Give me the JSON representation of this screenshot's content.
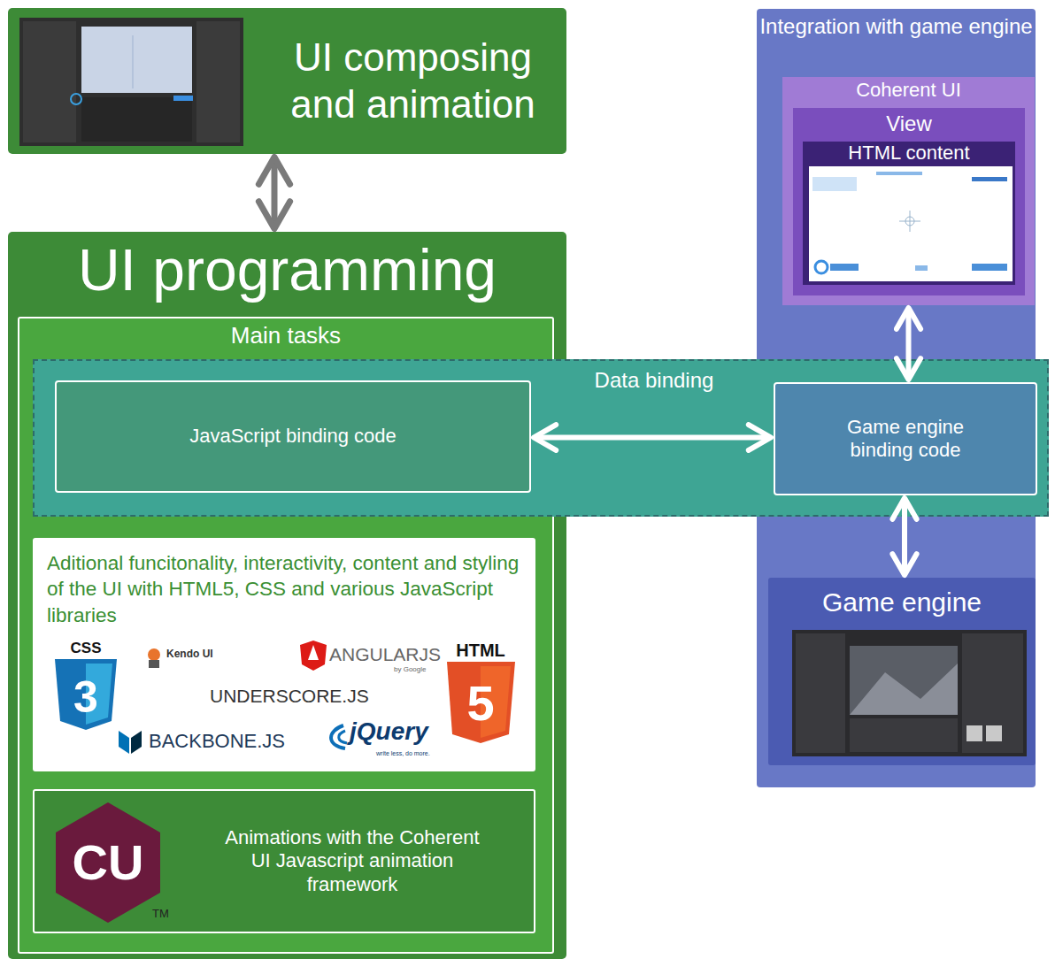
{
  "diagram": {
    "nodes": [
      {
        "text": [
          "UI composing and animation"
        ]
      },
      {
        "text": [
          "UI programming"
        ]
      },
      {
        "text": [
          "Main tasks"
        ],
        "in": 1
      },
      {
        "text": [
          "Aditional funcitonality, interactivity, content and styling of the UI with HTML5, CSS and various JavaScript libraries"
        ],
        "in": 2
      },
      {
        "text": [
          "Animations with the Coherent UI Javascript animation framework"
        ],
        "in": 2
      },
      {
        "text": [
          "Integration with game engine"
        ]
      },
      {
        "text": [
          "Coherent UI"
        ],
        "in": 5
      },
      {
        "text": [
          "View"
        ],
        "in": 6
      },
      {
        "text": [
          "HTML content"
        ],
        "in": 7
      },
      {
        "text": [
          "Game engine"
        ],
        "in": 5
      },
      {
        "text": [
          "Data binding"
        ]
      },
      {
        "text": [
          "JavaScript binding code"
        ],
        "in": 10
      },
      {
        "text": [
          "Game engine binding code"
        ],
        "in": 10
      }
    ],
    "edges": [
      {
        "from": 0,
        "to": 1,
        "arrow": "both"
      },
      {
        "from": 11,
        "to": 12,
        "arrow": "both"
      },
      {
        "from": 6,
        "to": 12,
        "arrow": "both"
      },
      {
        "from": 12,
        "to": 9,
        "arrow": "both"
      }
    ],
    "labels": [
      "CSS",
      "3",
      "Kendo UI",
      "ANGULARJS",
      "by Google",
      "HTML",
      "5",
      "UNDERSCORE.JS",
      "BACKBONE.JS",
      "jQuery",
      "write less, do more.",
      "CU",
      "TM"
    ]
  }
}
